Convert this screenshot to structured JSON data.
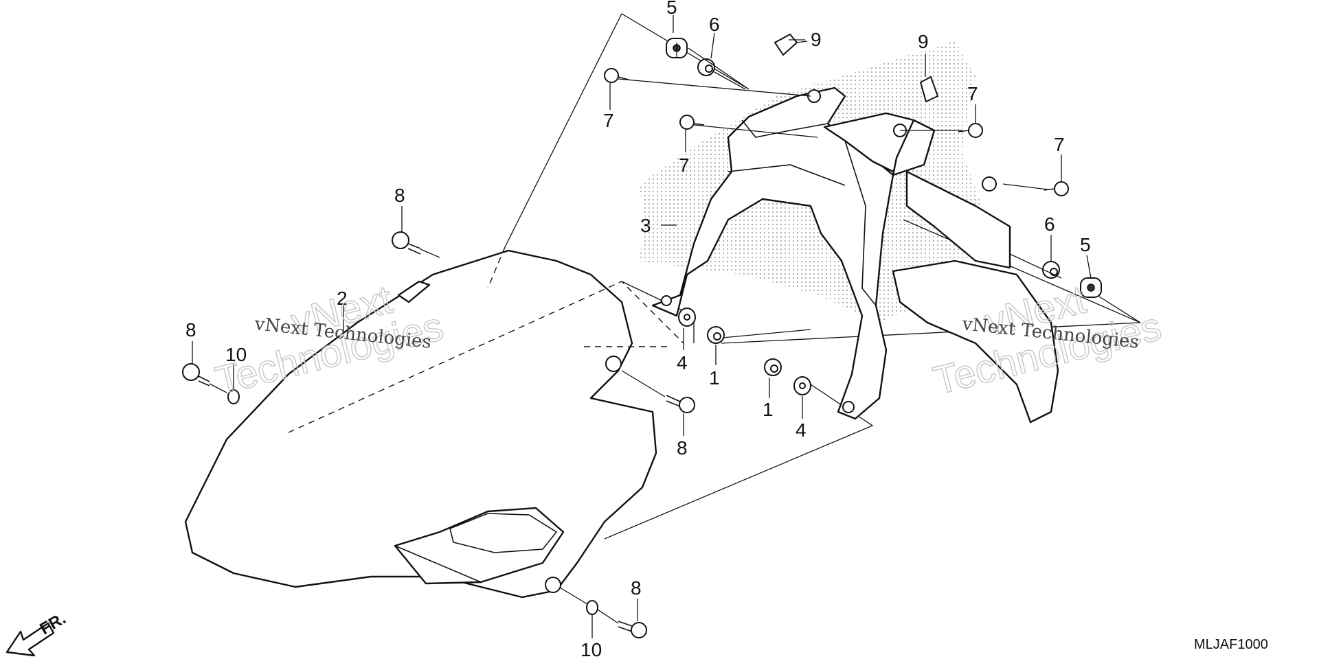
{
  "callouts": {
    "c5a": "5",
    "c6a": "6",
    "c9a": "9",
    "c9b": "9",
    "c7a": "7",
    "c7b": "7",
    "c7c": "7",
    "c7d": "7",
    "c8a": "8",
    "c3": "3",
    "c6b": "6",
    "c5b": "5",
    "c2": "2",
    "c8b": "8",
    "c10a": "10",
    "c4a": "4",
    "c1a": "1",
    "c1b": "1",
    "c4b": "4",
    "c8c": "8",
    "c8d": "8",
    "c10b": "10"
  },
  "watermark": {
    "left_line": "vNext Technologies",
    "left_big_1": "vNext",
    "left_big_2": "Technologies",
    "right_line": "vNext Technologies",
    "right_big_1": "vNext",
    "right_big_2": "Technologies"
  },
  "direction_label": "FR.",
  "diagram_code": "MLJAF1000",
  "colors": {
    "ink": "#111111",
    "background": "#ffffff",
    "dot_shade": "#9a9a9a",
    "watermark": "#c9c9c9"
  }
}
